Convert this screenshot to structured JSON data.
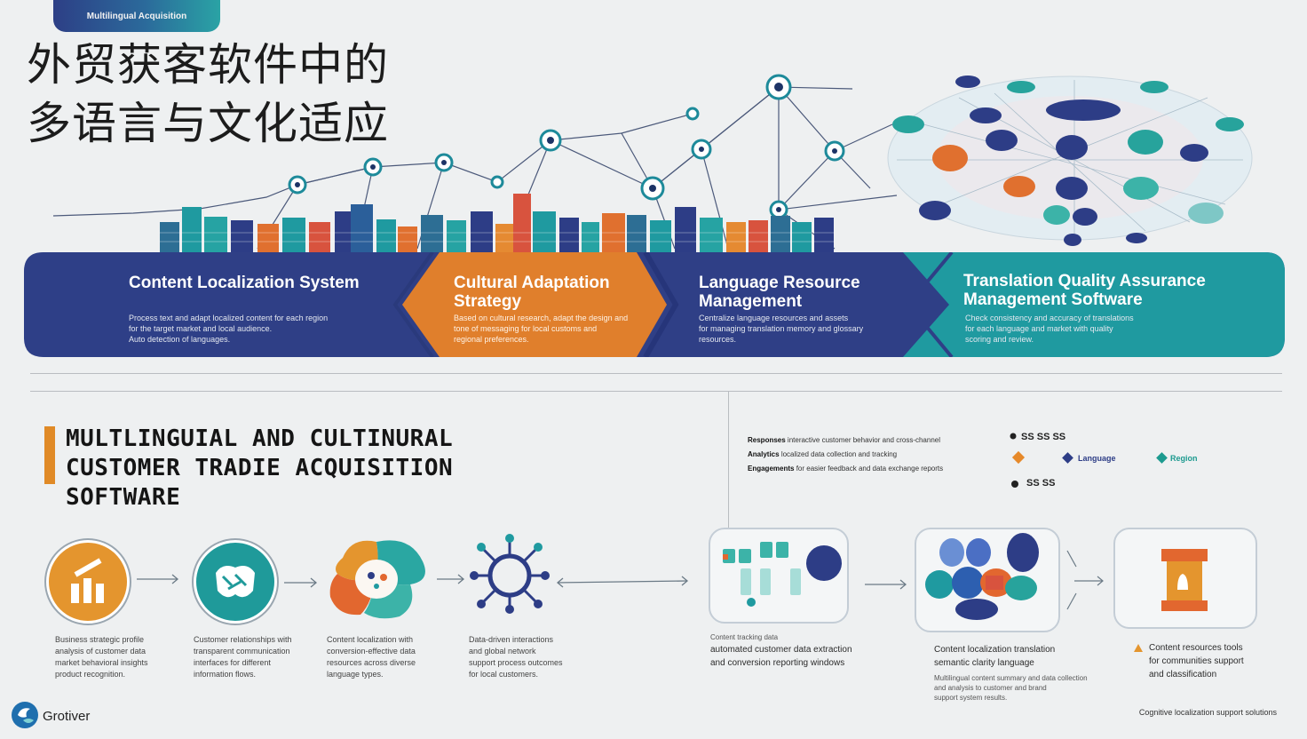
{
  "header": {
    "tab_label": "Multilingual Acquisition",
    "title_line1": "外贸获客软件中的",
    "title_line2": "多语言与文化适应"
  },
  "banner": {
    "sections": [
      {
        "title": "Content  Localization System",
        "desc": "Process text and adapt localized content for each region\nfor the target market and local audience.\nAuto detection of languages."
      },
      {
        "title": "Cultural Adaptation\nStrategy",
        "desc": "Based on cultural research, adapt the design and\ntone of messaging for local customs and\nregional preferences."
      },
      {
        "title": "Language Resource\nManagement",
        "desc": "Centralize language resources and assets\nfor managing translation memory and glossary\nresources."
      },
      {
        "title": "Translation Quality Assurance\nManagement  Software",
        "desc": "Check consistency and accuracy of translations\nfor each language and market with quality\nscoring and review."
      }
    ],
    "colors": {
      "navy": "#2f3f86",
      "orange": "#e07f2c",
      "teal": "#1f9aa0"
    }
  },
  "section": {
    "title_line1": "MULTLINGUIAL AND CULTINURAL",
    "title_line2": "CUSTOMER TRADIE ACQUISITION",
    "title_line3": "SOFTWARE"
  },
  "legend": {
    "rows": [
      {
        "label": "Responses",
        "text": "interactive customer behavior and cross-channel"
      },
      {
        "label": "Analytics",
        "text": "localized data collection and tracking"
      },
      {
        "label": "Engagements",
        "text": "for easier feedback and data exchange reports"
      }
    ],
    "keys": [
      {
        "icon": "dot-icon",
        "label": "SS SS SS",
        "color": "#222222"
      },
      {
        "icon": "diamond-icon",
        "label": "",
        "color": "#e6892a"
      },
      {
        "icon": "diamond-icon",
        "label": "Language",
        "color": "#2d3d86"
      },
      {
        "icon": "diamond-icon",
        "label": "Region",
        "color": "#1c9a8f"
      },
      {
        "icon": "dot-icon",
        "label": "SS SS",
        "color": "#222222"
      }
    ]
  },
  "steps": [
    {
      "icon": "analytics-bars-icon",
      "caption": "Business strategic profile\nanalysis of customer data\nmarket behavioral insights\nproduct recognition."
    },
    {
      "icon": "team-handshake-icon",
      "caption": "Customer relationships with\ntransparent communication\ninterfaces for different\ninformation flows."
    },
    {
      "icon": "culture-globe-icon",
      "caption": "Content localization with\nconversion-effective data\nresources across diverse\nlanguage types."
    },
    {
      "icon": "network-hub-icon",
      "caption": "Data-driven interactions\nand global network\nsupport process outcomes\nfor local customers."
    }
  ],
  "right_panels": [
    {
      "caption_small": "Content tracking data",
      "caption": "automated customer data extraction\nand conversion reporting windows"
    },
    {
      "caption": "Content localization translation\nsemantic clarity language",
      "caption_small": "Multilingual content summary and data collection\nand analysis to customer and brand\nsupport system results."
    },
    {
      "caption": "Content resources tools\nfor communities support\nand classification"
    }
  ],
  "brand": {
    "name": "Grotiver"
  },
  "footer": {
    "note": "Cognitive localization support solutions"
  }
}
